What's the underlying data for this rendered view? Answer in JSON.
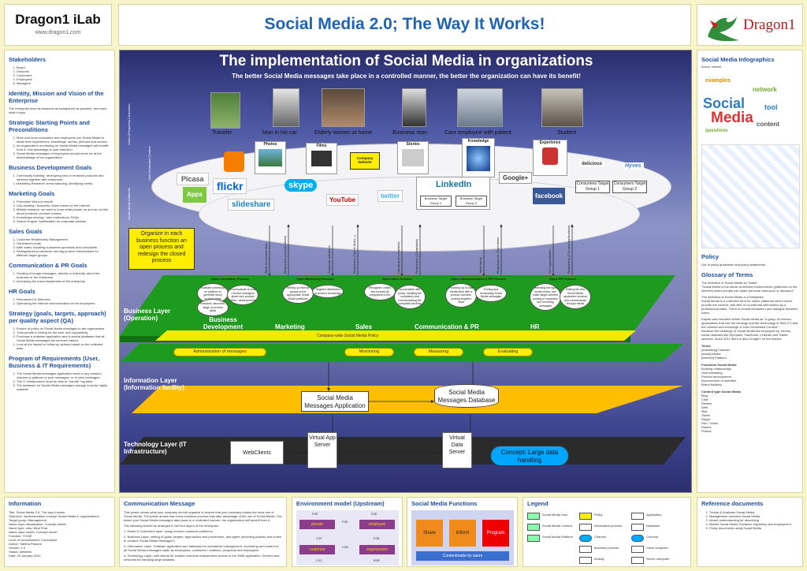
{
  "brand": {
    "name": "Dragon1 iLab",
    "url": "www.dragon1.com",
    "logo_text": "Dragon1"
  },
  "page_title": "Social Media 2.0; The Way It Works!",
  "left": [
    {
      "title": "Stakeholders",
      "items": [
        "Board",
        "Directors",
        "Customers",
        "Employees",
        "Managers"
      ]
    },
    {
      "title": "Identity, Mission and Vision of the Enterprise",
      "text": "The enterprise does its business as transparent as possible, and does what it says."
    },
    {
      "title": "Strategic Starting Points and Preconditions",
      "items": [
        "More and more customers and employees use Social Media to share their experiences, knowledge, stories, pictures and movies.",
        "An organization monitoring on Social Media messages will benefit from it. One advantage is cost reduction.",
        "Social Media messages of employees should never be at the disadvantage of the organization."
      ]
    },
    {
      "title": "Business Development Goals",
      "items": [
        "Community building: developing new or renewed products and services together with customers.",
        "Marketing Research: trend watching, identifying needs."
      ]
    },
    {
      "title": "Marketing Goals",
      "items": [
        "Promotion Word-of-mouth",
        "Link-building / footprints: leave traces on the Internet.",
        "Market research: we want to know what people do and do not like about products, product reviews.",
        "Knowledge-sharing / user instructions, FAQs",
        "Search Engine Optimization for corporate website."
      ]
    },
    {
      "title": "Sales Goals",
      "items": [
        "Customer Relationship Management",
        "Generated Leads",
        "After sales: handling customers questions and complaints",
        "Distinguished promotions: serving product introductions for different target groups"
      ]
    },
    {
      "title": "Communication & PR Goals",
      "items": [
        "Sending of image messages, directly or indirectly, about the business or the enterprise.",
        "Increasing the brand awareness of the enterprise."
      ]
    },
    {
      "title": "HR Goals",
      "items": [
        "Recruitment & Selection",
        "Optimizing the internal communication of the employees."
      ]
    },
    {
      "title": "Strategy (goals, targets, approach) per quality aspect (QA)",
      "items": [
        "Ensure of policy on Social Media messages in the organization.",
        "Train people in writing for the web, and copywriting.",
        "Purchase a software application and a central database that all Social Media messages are sent and stored.",
        "Look at the impact or follow-up actions based on the collected data."
      ]
    },
    {
      "title": "Program of Requirements (User, Business & IT Requirements)",
      "items": [
        "The Social Media messages-application must in any medium, channel or platform to post messages, or to view messages.",
        "The IT infrastructure must be able to \"handle\" big data.",
        "The database for Social Media messages storage must be highly scalable."
      ]
    }
  ],
  "main": {
    "title": "The implementation of Social Media in organizations",
    "subtitle": "The better Social Media messages take place in a controlled manner, the better the organization can have its benefit!",
    "side_labels": [
      "Users (Prospects) Customers",
      "User Generated Content",
      "Social Media Platforms"
    ],
    "users": [
      "Traveler",
      "Man in his car",
      "Elderly women at home",
      "Business man",
      "Care employee with patient",
      "Student"
    ],
    "content": [
      "Photos",
      "Films",
      "Company Website",
      "Stories",
      "Knowledge",
      "Experience"
    ],
    "platforms": [
      "Picasa",
      "Apps",
      "flickr",
      "slideshare",
      "skype",
      "YouTube",
      "twitter",
      "LinkedIn",
      "Google+",
      "facebook",
      "delicious",
      "Hyves"
    ],
    "target_groups": [
      "Business Target Group 1",
      "Business Target Group 2",
      "Consumers Target Group 1",
      "Consumers Target Group 2"
    ],
    "callout": "Organize in each business function an open process and redesign the closed process",
    "arrow_labels": [
      "Films for product films",
      "Responses (product ideas)",
      "Customer questions",
      "Responses (Tips & tricks...)",
      "Handling of complaints",
      "Responses (Complaints)",
      "News items",
      "Responses to News items",
      "Job Opportunities",
      "Responses (CVs and applications)"
    ],
    "layers": {
      "business": "Business Layer (Operation)",
      "information": "Information Layer (Information facility)",
      "technology": "Technology Layer (IT Infrastructure)"
    },
    "functions": [
      "Business Development",
      "Marketing",
      "Sales",
      "Communication & PR",
      "HR"
    ],
    "processes": [
      "Open Innovation Process",
      "Open Marketing Process",
      "Open Sales Process",
      "Open Communication & PR Process",
      "Open HR Process"
    ],
    "proc_steps": [
      [
        "Facilitate community on platform to generate fancy product ideas",
        "Communicate to chat / involve managers about new product ideas / developments",
        "Investors, launches, stage of product ideas"
      ],
      [
        "Setting up Internal groups at the appropriate Social Media platforms",
        "Targeted distribution of product knowledge"
      ],
      [
        "Recognize, collect and forward all complaints to the",
        "Accountable with policy, handling the complaints and communicating the complaint handling"
      ],
      [
        "Providing up to date media-facts with a product manifest, posting targeted news",
        "Posting and moderating Social Media messages"
      ],
      [
        "Selecting the right social media, and make target oriented posting of vacancies and recruiting messages",
        "Getting the new Social Media application process and communicate through media"
      ]
    ],
    "policy_bar": "Company-wide Social Media Policy",
    "steps": [
      "Administration of messages",
      "Monitoring",
      "Measuring",
      "Evaluating"
    ],
    "app": "Social Media Messages Application",
    "db": "Social Media Messages Database",
    "web": "WebClients",
    "app_server": "Virtual App Server",
    "data_server": "Virtual Data Server",
    "concept": "Concept: Large data handling"
  },
  "right": {
    "infographics": "Social Media Infographics",
    "source": "Source: Internet",
    "policy_title": "Policy",
    "policy_text": "List of policy guidelines and policy statements.",
    "glossary_title": "Glossary of Terms",
    "glossary": [
      "The definition of Social Media by Twitter:",
      "\"Social Media is the whole of defined environments (platforms on the Internet) where people can share personal data upon or discuss it.\"",
      "The definition of Social Media in a Wikipedia:",
      "Social Media is a collective term for online platforms where users provide the content, with little or no editorial intervention by a professional editor. There is mutual interaction and dialogue between users.",
      "Kaplan and Haenlein define Social Media as \"a group of Internet applications that use the ideology and the technology of Web 2.0 and the creation and exchange of User Generated Content\".",
      "Because the headings of Social Media are employed by, forums, social networks like MySpace, Facebook, LinkedIn and Twitter services. Since 2011 there is also Google+ on the market."
    ],
    "terms_title": "Terms",
    "terms": [
      "[marketing] Channel",
      "[social] Media",
      "[Internet] Platform"
    ],
    "functions_title": "Functions Social Media",
    "functions": [
      "Building relationships",
      "Viral marketing",
      "Product development",
      "Improvement of activities",
      "Brand building"
    ],
    "content_title": "Content type Social Media",
    "content_types": [
      "Blog",
      "Chat",
      "Review",
      "Web",
      "Mail",
      "Tweet",
      "Skype",
      "Film / Video",
      "Stories",
      "Photos"
    ]
  },
  "bottom": {
    "info": {
      "title": "Information",
      "lines": [
        "Title: Social Media 2.0; The way it works",
        "Objective: Implementation concept Social Media in organizations",
        "Target group: Management",
        "Name input visualization: Concept sketch",
        "Name type: view: Blue Print",
        "Name input model: Concept model",
        "Function: TO-BE",
        "Level of consideration: Conceptual",
        "Author: Tabitha Passive",
        "Version: 1.0",
        "Status: definitive",
        "Date: 20 January 2012"
      ]
    },
    "comm": {
      "title": "Communication Message",
      "lines": [
        "This poster shows what your company should organize to ensure that your company makes the most use of Social Media. The poster shows that every business process may take advantage of the use of Social Media. The better your Social Media messages take place in a controlled manner, the organization will benefit from it.",
        "The following should be arranged in the four layers of the enterprise:",
        "1. Model & Customers layer: using common customer platforms.",
        "2. Business Layer: setting of goals, targets, approaches and procedures, and agree (including policies and codes of conduct 'Social Media Messages').",
        "3. Information Layer: Software application and database for centralized management, monitoring and control of all Social Media messages made by employees, customers / relations, prospects and employees.",
        "4. Technology Layer: web clients for location and time-independent access to the SMM application. Servers and networks for handling large datasets."
      ]
    },
    "env": {
      "title": "Environment model (Upstream)",
      "top": [
        "P2P",
        "E2E"
      ],
      "left_labels": [
        "C2P",
        "C2C"
      ],
      "right_labels": [
        "E2B",
        "B2B"
      ],
      "mid": [
        "P2E",
        "C2B"
      ],
      "boxes": [
        "private",
        "employee",
        "customer",
        "organization"
      ]
    },
    "smf": {
      "title": "Social Media Functions",
      "items": [
        "Share",
        "Inform",
        "Program"
      ],
      "bar": "Contentmade by users"
    },
    "legend": {
      "title": "Legend",
      "items": [
        "Social Media User",
        "Social Media Content",
        "Social Media Platform",
        "Policy",
        "Information process",
        "Channel",
        "Business process",
        "Activity",
        "Application",
        "Database",
        "Concept",
        "Client computer",
        "Server computer"
      ]
    },
    "refs": {
      "title": "Reference documents",
      "items": [
        "Trends & Analyses Social Media",
        "Management overview Social Media",
        "Aimed understanding for describing",
        "Market Social Media Guidance regarding new employment",
        "Policy documents using Social Media"
      ]
    }
  }
}
